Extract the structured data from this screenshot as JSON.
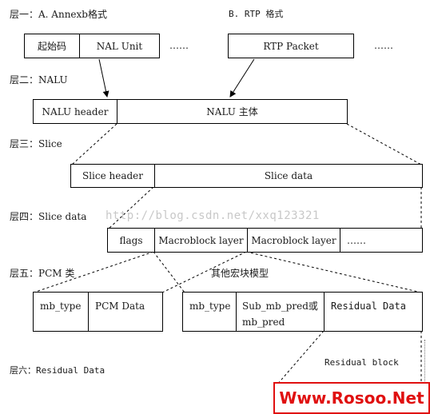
{
  "labels": {
    "layer1": "层一：A.    Annexb格式",
    "layer1b": "B. RTP 格式",
    "layer2": "层二：NALU",
    "layer3": "层三：Slice",
    "layer4": "层四：Slice data",
    "layer5": "层五：PCM 类",
    "layer5b": "其他宏块模型",
    "layer6": "层六：Residual Data",
    "residual_block": "Residual block"
  },
  "row1": {
    "start_code": "起始码",
    "nal_unit": "NAL Unit",
    "dots_a": "……",
    "rtp_packet": "RTP   Packet",
    "dots_b": "……"
  },
  "row2": {
    "nalu_header": "NALU header",
    "nalu_body": "NALU  主体"
  },
  "row3": {
    "slice_header": "Slice header",
    "slice_data": "Slice data"
  },
  "row4": {
    "flags": "flags",
    "mb_layer_1": "Macroblock layer",
    "mb_layer_2": "Macroblock layer",
    "dots": "……"
  },
  "row5a": {
    "mb_type": "mb_type",
    "pcm_data": "PCM Data"
  },
  "row5b": {
    "mb_type": "mb_type",
    "sub_mb_pred": "Sub_mb_pred或",
    "mb_pred": "mb_pred",
    "residual_data": "Residual Data"
  },
  "watermark": "http://blog.csdn.net/xxq123321",
  "logo": "Www.Rosoo.Net",
  "colors": {
    "logo": "#e01010",
    "line": "#000000",
    "watermark": "#c8c8c8"
  }
}
